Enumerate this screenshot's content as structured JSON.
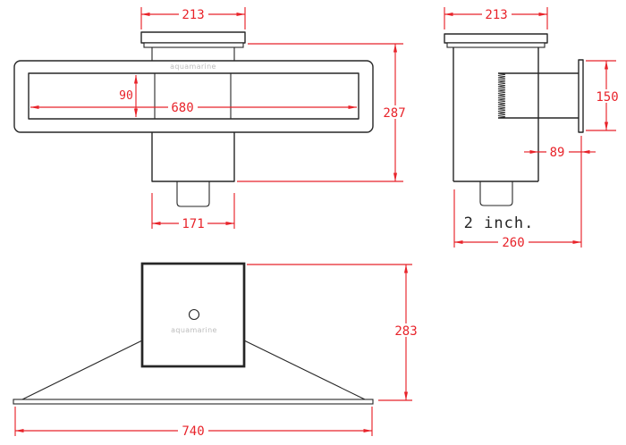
{
  "colors": {
    "line": "#262626",
    "dim": "#e8232a",
    "logo": "#bcbcbc",
    "bg": "#ffffff"
  },
  "brand": "aquamarine",
  "views": {
    "front": {
      "logo": "aquamarine",
      "dims": {
        "top_width": "213",
        "slot_height": "90",
        "slot_width": "680",
        "overall_height": "287",
        "outlet_width": "171"
      }
    },
    "side": {
      "pipe_label": "2 inch.",
      "dims": {
        "top_width": "213",
        "flange_height": "150",
        "wall_offset": "89",
        "depth": "260"
      }
    },
    "bottom": {
      "logo": "aquamarine",
      "dims": {
        "height": "283",
        "base_width": "740"
      }
    }
  }
}
